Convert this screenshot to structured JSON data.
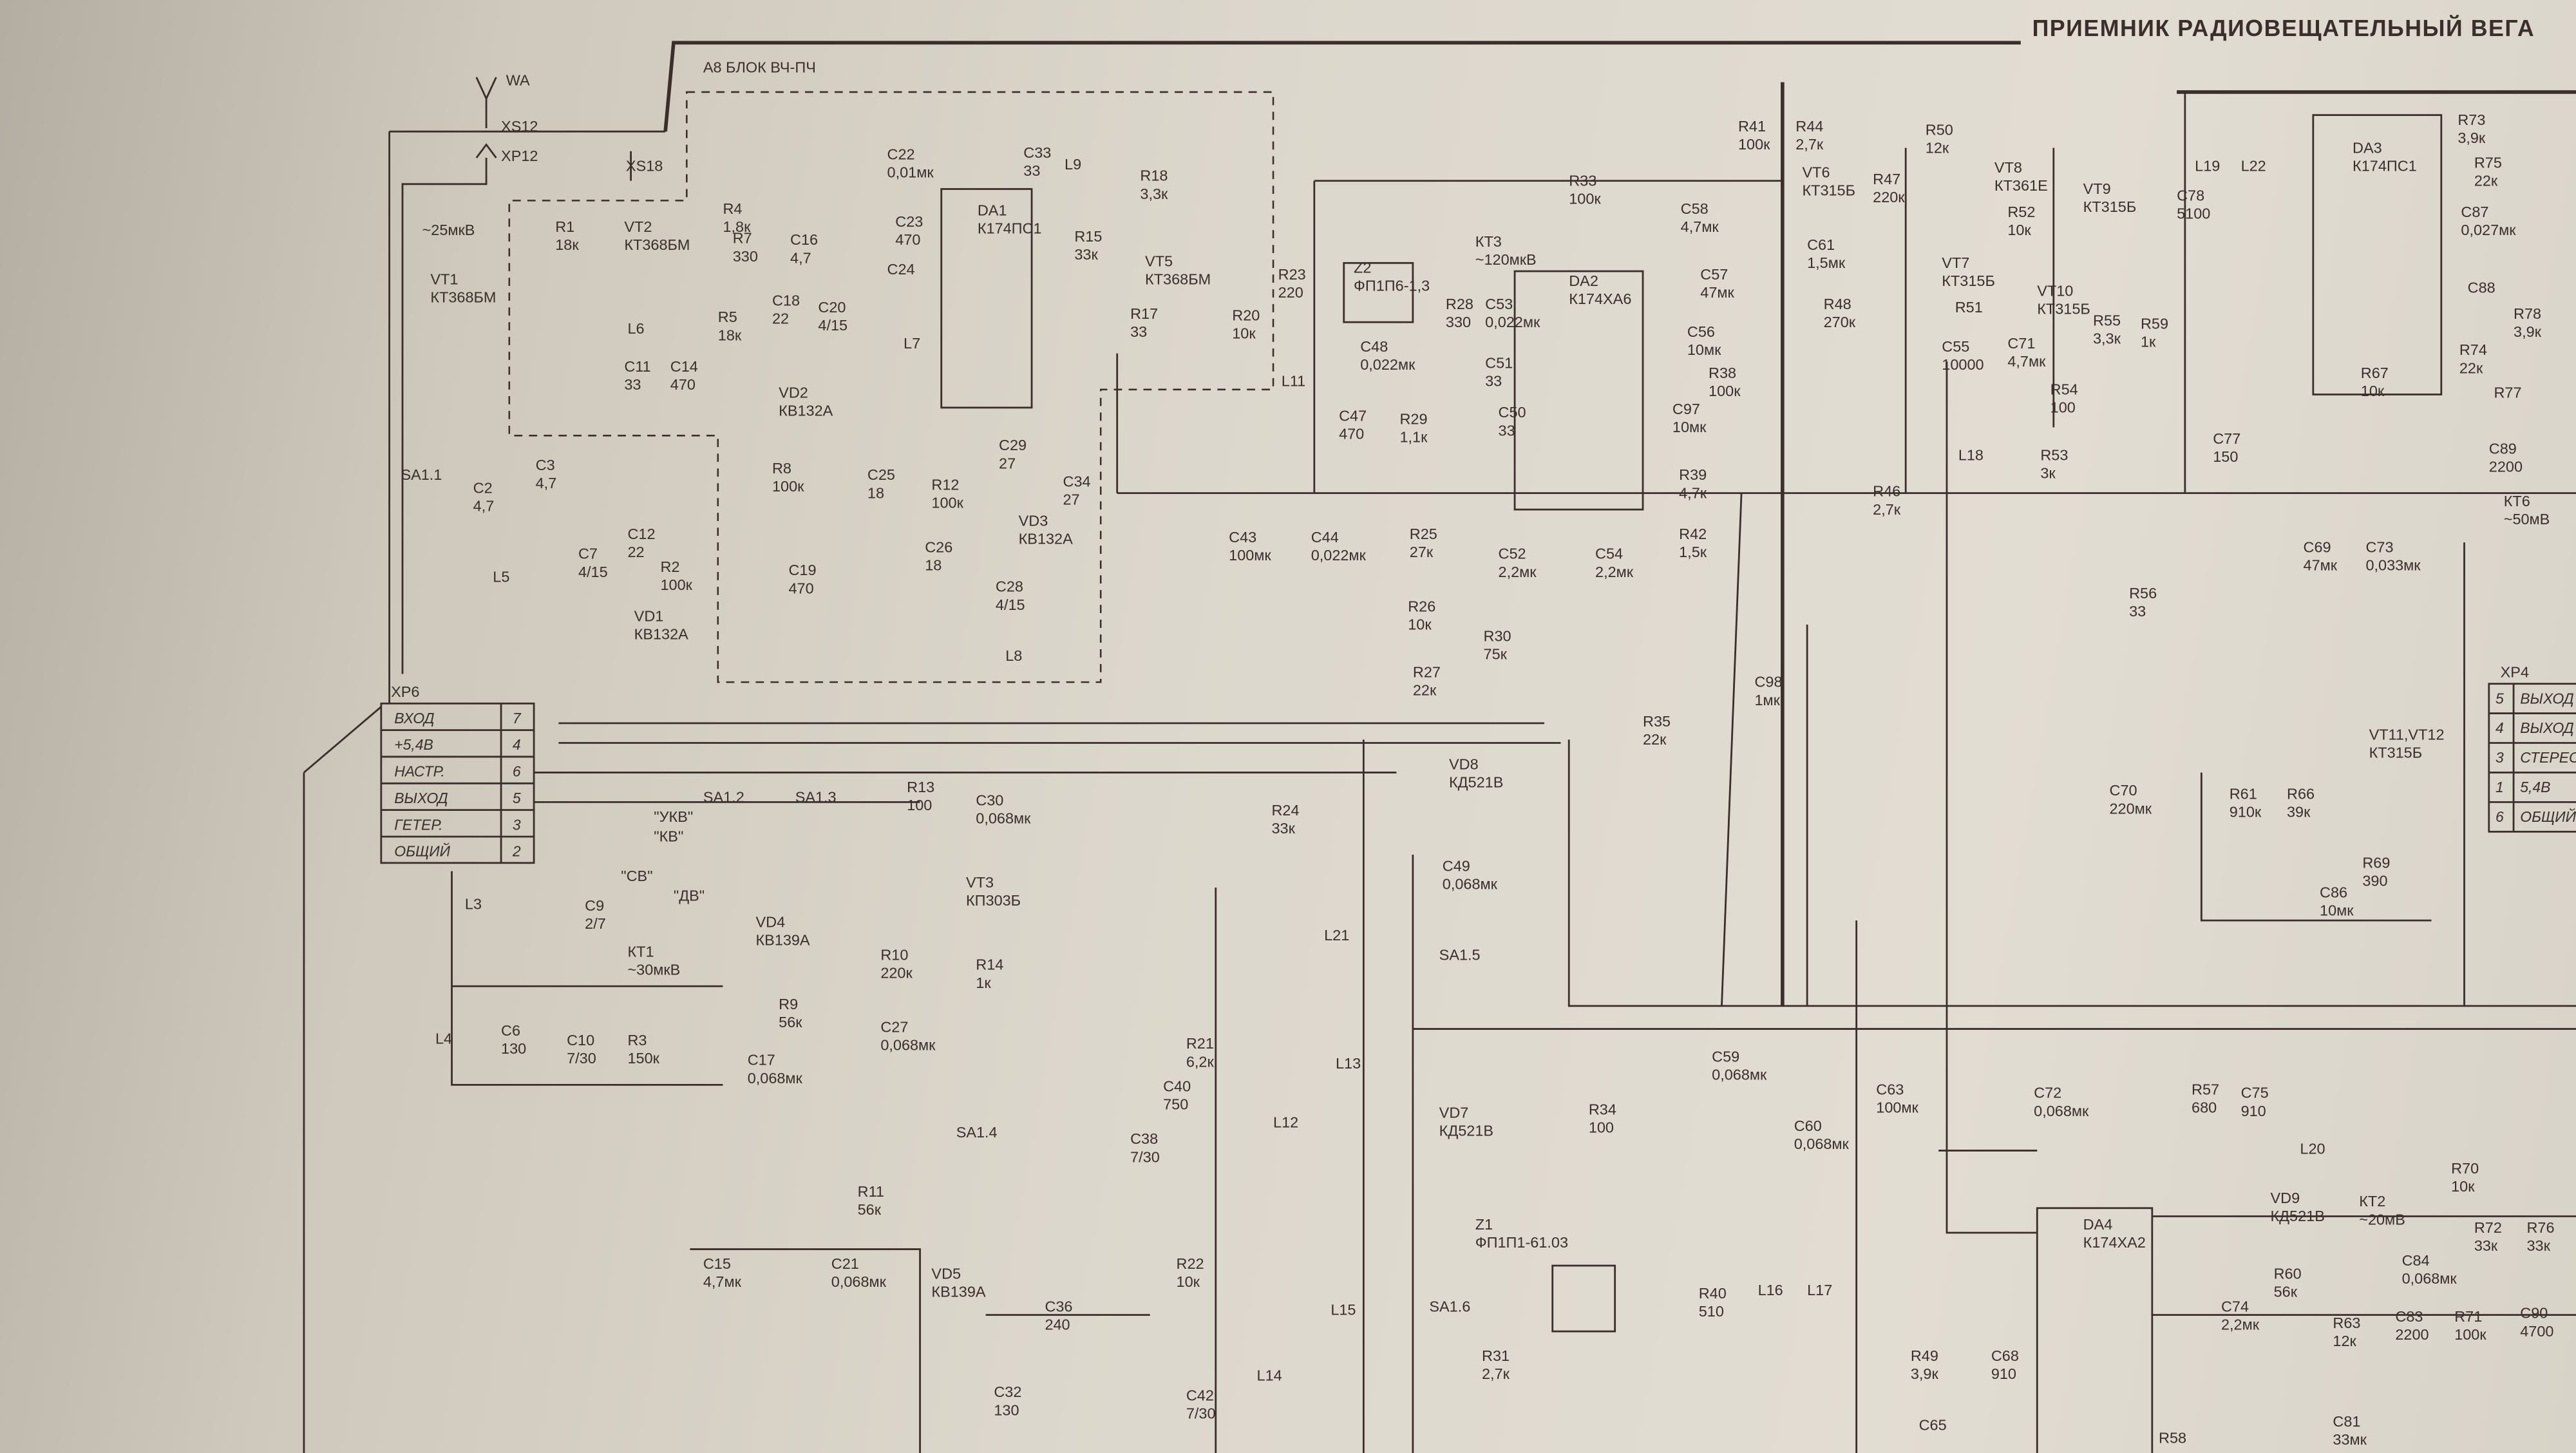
{
  "title": "ПРИЕМНИК РАДИОВЕЩАТЕЛЬНЫЙ ВЕГА",
  "block_label": "А8 БЛОК ВЧ-ПЧ",
  "antenna": {
    "wa": "WA",
    "xs12": "XS12",
    "xp12": "XP12",
    "xs18": "XS18",
    "level": "~25мкВ"
  },
  "xp6": {
    "name": "XP6",
    "rows": [
      {
        "label": "ВХОД",
        "pin": "7"
      },
      {
        "label": "+5,4В",
        "pin": "4"
      },
      {
        "label": "НАСТР.",
        "pin": "6"
      },
      {
        "label": "ВЫХОД",
        "pin": "5"
      },
      {
        "label": "ГЕТЕР.",
        "pin": "3"
      },
      {
        "label": "ОБЩИЙ",
        "pin": "2"
      }
    ]
  },
  "xp4": {
    "name": "XP4",
    "rows": [
      {
        "label": "ВЫХОД",
        "pin": "5"
      },
      {
        "label": "ВЫХОД",
        "pin": "4"
      },
      {
        "label": "СТЕРЕО",
        "pin": "3"
      },
      {
        "label": "5,4В",
        "pin": "1"
      },
      {
        "label": "ОБЩИЙ",
        "pin": "6"
      }
    ]
  },
  "band_labels": [
    "\"УКВ\"",
    "\"КВ\"",
    "\"СВ\"",
    "\"ДВ\""
  ],
  "sa11_label": "SA1.1",
  "components": [
    {
      "ref": "R1",
      "value": "18к"
    },
    {
      "ref": "VT2",
      "value": "КТ368БМ"
    },
    {
      "ref": "VT1",
      "value": "КТ368БМ"
    },
    {
      "ref": "C11",
      "value": "33"
    },
    {
      "ref": "C14",
      "value": "470"
    },
    {
      "ref": "L6",
      "value": ""
    },
    {
      "ref": "R4",
      "value": "1,8к"
    },
    {
      "ref": "R7",
      "value": "330"
    },
    {
      "ref": "R5",
      "value": "18к"
    },
    {
      "ref": "C16",
      "value": "4,7"
    },
    {
      "ref": "C18",
      "value": "22"
    },
    {
      "ref": "C20",
      "value": "4/15"
    },
    {
      "ref": "VD2",
      "value": "КВ132А"
    },
    {
      "ref": "C24",
      "value": ""
    },
    {
      "ref": "L7",
      "value": ""
    },
    {
      "ref": "C22",
      "value": "0,01мк"
    },
    {
      "ref": "C23",
      "value": "470"
    },
    {
      "ref": "DA1",
      "value": "К174ПС1"
    },
    {
      "ref": "C33",
      "value": "33"
    },
    {
      "ref": "L9",
      "value": ""
    },
    {
      "ref": "R18",
      "value": "3,3к"
    },
    {
      "ref": "R15",
      "value": "33к"
    },
    {
      "ref": "VT5",
      "value": "КТ368БМ"
    },
    {
      "ref": "R17",
      "value": "33"
    },
    {
      "ref": "R20",
      "value": "10к"
    },
    {
      "ref": "R8",
      "value": "100к"
    },
    {
      "ref": "C25",
      "value": "18"
    },
    {
      "ref": "R12",
      "value": "100к"
    },
    {
      "ref": "C29",
      "value": "27"
    },
    {
      "ref": "C34",
      "value": "27"
    },
    {
      "ref": "VD3",
      "value": "КВ132А"
    },
    {
      "ref": "C26",
      "value": "18"
    },
    {
      "ref": "C28",
      "value": "4/15"
    },
    {
      "ref": "L8",
      "value": ""
    },
    {
      "ref": "C3",
      "value": "4,7"
    },
    {
      "ref": "C2",
      "value": "4,7"
    },
    {
      "ref": "C12",
      "value": "22"
    },
    {
      "ref": "C7",
      "value": "4/15"
    },
    {
      "ref": "L5",
      "value": ""
    },
    {
      "ref": "R2",
      "value": "100к"
    },
    {
      "ref": "VD1",
      "value": "КВ132А"
    },
    {
      "ref": "C19",
      "value": "470"
    },
    {
      "ref": "R23",
      "value": "220"
    },
    {
      "ref": "Z2",
      "value": "ФП1П6-1,3"
    },
    {
      "ref": "КТ3",
      "value": "~120мкВ"
    },
    {
      "ref": "R33",
      "value": "100к"
    },
    {
      "ref": "R28",
      "value": "330"
    },
    {
      "ref": "C53",
      "value": "0,022мк"
    },
    {
      "ref": "C48",
      "value": "0,022мк"
    },
    {
      "ref": "C51",
      "value": "33"
    },
    {
      "ref": "DA2",
      "value": "К174ХА6"
    },
    {
      "ref": "L11",
      "value": ""
    },
    {
      "ref": "C47",
      "value": "470"
    },
    {
      "ref": "R29",
      "value": "1,1к"
    },
    {
      "ref": "C50",
      "value": "33"
    },
    {
      "ref": "C43",
      "value": "100мк"
    },
    {
      "ref": "C44",
      "value": "0,022мк"
    },
    {
      "ref": "R25",
      "value": "27к"
    },
    {
      "ref": "C52",
      "value": "2,2мк"
    },
    {
      "ref": "R26",
      "value": "10к"
    },
    {
      "ref": "R30",
      "value": "75к"
    },
    {
      "ref": "R27",
      "value": "22к"
    },
    {
      "ref": "C54",
      "value": "2,2мк"
    },
    {
      "ref": "R39",
      "value": "4,7к"
    },
    {
      "ref": "R42",
      "value": "1,5к"
    },
    {
      "ref": "R41",
      "value": "100к"
    },
    {
      "ref": "R44",
      "value": "2,7к"
    },
    {
      "ref": "VT6",
      "value": "КТ315Б"
    },
    {
      "ref": "C58",
      "value": "4,7мк"
    },
    {
      "ref": "C57",
      "value": "47мк"
    },
    {
      "ref": "C56",
      "value": "10мк"
    },
    {
      "ref": "R38",
      "value": "100к"
    },
    {
      "ref": "C97",
      "value": "10мк"
    },
    {
      "ref": "C61",
      "value": "1,5мк"
    },
    {
      "ref": "R48",
      "value": "270к"
    },
    {
      "ref": "C98",
      "value": "1мк"
    },
    {
      "ref": "R50",
      "value": "12к"
    },
    {
      "ref": "R47",
      "value": "220к"
    },
    {
      "ref": "VT8",
      "value": "КТ361Е"
    },
    {
      "ref": "VT9",
      "value": "КТ315Б"
    },
    {
      "ref": "R52",
      "value": "10к"
    },
    {
      "ref": "R51",
      "value": ""
    },
    {
      "ref": "VT7",
      "value": "КТ315Б"
    },
    {
      "ref": "VT10",
      "value": "КТ315Б"
    },
    {
      "ref": "C71",
      "value": "4,7мк"
    },
    {
      "ref": "R54",
      "value": "100"
    },
    {
      "ref": "R55",
      "value": "3,3к"
    },
    {
      "ref": "R59",
      "value": "1к"
    },
    {
      "ref": "C55",
      "value": "10000"
    },
    {
      "ref": "L18",
      "value": ""
    },
    {
      "ref": "R53",
      "value": "3к"
    },
    {
      "ref": "L19",
      "value": ""
    },
    {
      "ref": "C78",
      "value": "5100"
    },
    {
      "ref": "L22",
      "value": ""
    },
    {
      "ref": "DA3",
      "value": "К174ПС1"
    },
    {
      "ref": "C77",
      "value": "150"
    },
    {
      "ref": "R46",
      "value": "2,7к"
    },
    {
      "ref": "R56",
      "value": "33"
    },
    {
      "ref": "C69",
      "value": "47мк"
    },
    {
      "ref": "C73",
      "value": "0,033мк"
    },
    {
      "ref": "R67",
      "value": "10к"
    },
    {
      "ref": "R73",
      "value": "3,9к"
    },
    {
      "ref": "R75",
      "value": "22к"
    },
    {
      "ref": "C87",
      "value": "0,027мк"
    },
    {
      "ref": "C88",
      "value": ""
    },
    {
      "ref": "R78",
      "value": "3,9к"
    },
    {
      "ref": "R74",
      "value": "22к"
    },
    {
      "ref": "R77",
      "value": ""
    },
    {
      "ref": "C89",
      "value": "2200"
    },
    {
      "ref": "КТ6",
      "value": "~50мВ"
    },
    {
      "ref": "VT11,VT12",
      "value": "КТ315Б"
    },
    {
      "ref": "C70",
      "value": "220мк"
    },
    {
      "ref": "R61",
      "value": "910к"
    },
    {
      "ref": "R66",
      "value": "39к"
    },
    {
      "ref": "R69",
      "value": "390"
    },
    {
      "ref": "C86",
      "value": "10мк"
    },
    {
      "ref": "SA1.2",
      "value": ""
    },
    {
      "ref": "SA1.3",
      "value": ""
    },
    {
      "ref": "L3",
      "value": ""
    },
    {
      "ref": "C9",
      "value": "2/7"
    },
    {
      "ref": "VD4",
      "value": "КВ139А"
    },
    {
      "ref": "КТ1",
      "value": "~30мкВ"
    },
    {
      "ref": "L4",
      "value": ""
    },
    {
      "ref": "C6",
      "value": "130"
    },
    {
      "ref": "C10",
      "value": "7/30"
    },
    {
      "ref": "R3",
      "value": "150к"
    },
    {
      "ref": "R9",
      "value": "56к"
    },
    {
      "ref": "C17",
      "value": "0,068мк"
    },
    {
      "ref": "R13",
      "value": "100"
    },
    {
      "ref": "C30",
      "value": "0,068мк"
    },
    {
      "ref": "VT3",
      "value": "КП303Б"
    },
    {
      "ref": "R10",
      "value": "220к"
    },
    {
      "ref": "R14",
      "value": "1к"
    },
    {
      "ref": "C27",
      "value": "0,068мк"
    },
    {
      "ref": "SA1.4",
      "value": ""
    },
    {
      "ref": "R11",
      "value": "56к"
    },
    {
      "ref": "C15",
      "value": "4,7мк"
    },
    {
      "ref": "C21",
      "value": "0,068мк"
    },
    {
      "ref": "VD5",
      "value": "КВ139А"
    },
    {
      "ref": "C36",
      "value": "240"
    },
    {
      "ref": "C32",
      "value": "130"
    },
    {
      "ref": "R22",
      "value": "10к"
    },
    {
      "ref": "C42",
      "value": "7/30"
    },
    {
      "ref": "R21",
      "value": "6,2к"
    },
    {
      "ref": "C40",
      "value": "750"
    },
    {
      "ref": "C38",
      "value": "7/30"
    },
    {
      "ref": "L13",
      "value": ""
    },
    {
      "ref": "L12",
      "value": ""
    },
    {
      "ref": "L14",
      "value": ""
    },
    {
      "ref": "L15",
      "value": ""
    },
    {
      "ref": "L21",
      "value": ""
    },
    {
      "ref": "R24",
      "value": "33к"
    },
    {
      "ref": "VD8",
      "value": "КД521В"
    },
    {
      "ref": "C49",
      "value": "0,068мк"
    },
    {
      "ref": "SA1.5",
      "value": ""
    },
    {
      "ref": "VD7",
      "value": "КД521В"
    },
    {
      "ref": "Z1",
      "value": "ФП1П1-61.03"
    },
    {
      "ref": "SA1.6",
      "value": ""
    },
    {
      "ref": "R31",
      "value": "2,7к"
    },
    {
      "ref": "R40",
      "value": "510"
    },
    {
      "ref": "L16",
      "value": ""
    },
    {
      "ref": "L17",
      "value": ""
    },
    {
      "ref": "R49",
      "value": "3,9к"
    },
    {
      "ref": "C68",
      "value": "910"
    },
    {
      "ref": "R34",
      "value": "100"
    },
    {
      "ref": "C59",
      "value": "0,068мк"
    },
    {
      "ref": "C60",
      "value": "0,068мк"
    },
    {
      "ref": "C63",
      "value": "100мк"
    },
    {
      "ref": "R35",
      "value": "22к"
    },
    {
      "ref": "C72",
      "value": "0,068мк"
    },
    {
      "ref": "R57",
      "value": "680"
    },
    {
      "ref": "C75",
      "value": "910"
    },
    {
      "ref": "L20",
      "value": ""
    },
    {
      "ref": "R70",
      "value": "10к"
    },
    {
      "ref": "VD9",
      "value": "КД521В"
    },
    {
      "ref": "КТ2",
      "value": "~20мВ"
    },
    {
      "ref": "DA4",
      "value": "К174ХА2"
    },
    {
      "ref": "C74",
      "value": "2,2мк"
    },
    {
      "ref": "R60",
      "value": "56к"
    },
    {
      "ref": "R63",
      "value": "12к"
    },
    {
      "ref": "C83",
      "value": "2200"
    },
    {
      "ref": "C84",
      "value": "0,068мк"
    },
    {
      "ref": "R72",
      "value": "33к"
    },
    {
      "ref": "R76",
      "value": "33к"
    },
    {
      "ref": "R71",
      "value": "100к"
    },
    {
      "ref": "C90",
      "value": "4700"
    },
    {
      "ref": "C81",
      "value": "33мк"
    },
    {
      "ref": "R58",
      "value": ""
    },
    {
      "ref": "C65",
      "value": ""
    }
  ]
}
